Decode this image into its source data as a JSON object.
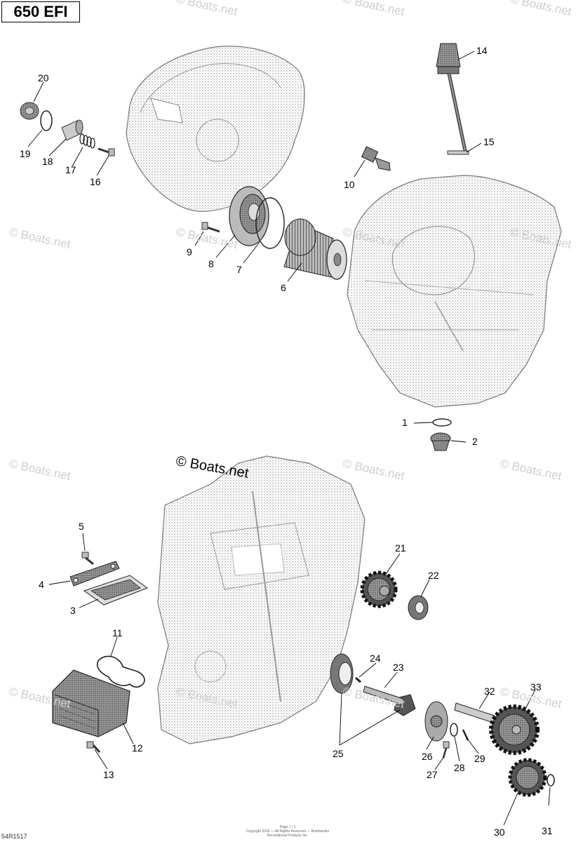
{
  "diagram": {
    "model_label": "650 EFI",
    "watermark_text": "© Boats.net",
    "copyright_text": "© Boats.net",
    "drawing_code": "54R1517",
    "fine_print_line1": "Page 1 / 1",
    "fine_print_line2": "Copyright 2016 — All Rights Reserved — Bombardier Recreational Products Inc.",
    "callouts": [
      "1",
      "2",
      "3",
      "4",
      "5",
      "6",
      "7",
      "8",
      "9",
      "10",
      "11",
      "12",
      "13",
      "14",
      "15",
      "16",
      "17",
      "18",
      "19",
      "20",
      "21",
      "22",
      "23",
      "24",
      "25",
      "26",
      "27",
      "28",
      "29",
      "30",
      "31",
      "32",
      "33"
    ]
  }
}
